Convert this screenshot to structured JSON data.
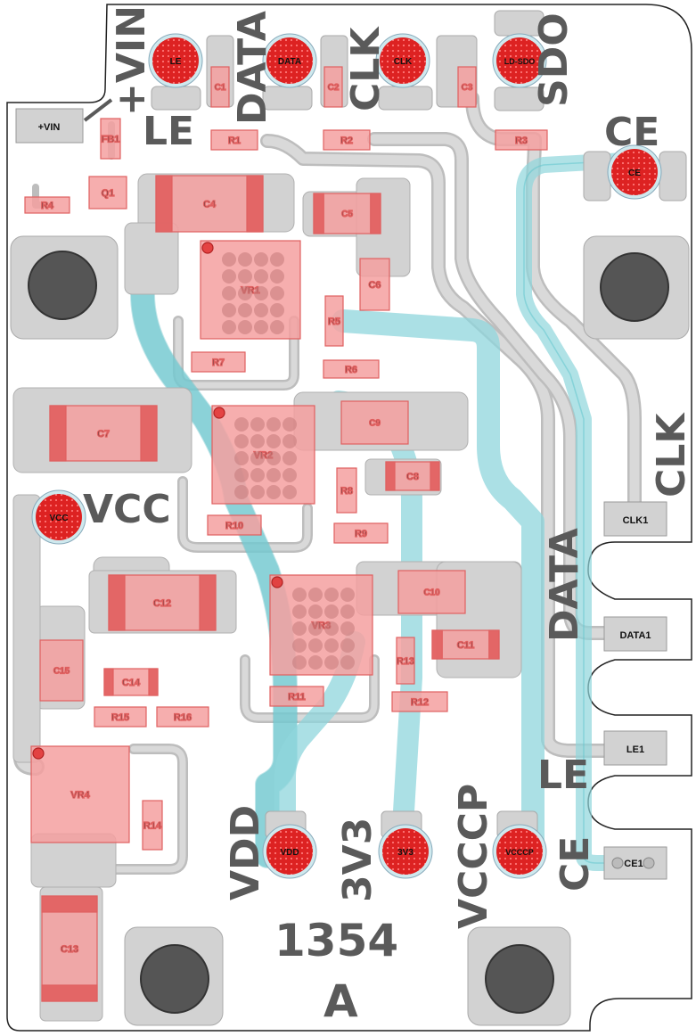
{
  "board": {
    "part_number": "1354",
    "revision": "A"
  },
  "silkscreen": {
    "vin": "+VIN",
    "le_top": "LE",
    "data_top": "DATA",
    "clk_top": "CLK",
    "sdo": "SDO",
    "ce_top": "CE",
    "vcc": "VCC",
    "clk_side": "CLK",
    "data_side": "DATA",
    "le_side": "LE",
    "vdd": "VDD",
    "v3v3": "3V3",
    "vcccp": "VCCCP",
    "ce_side": "CE"
  },
  "test_points": {
    "le": "LE",
    "data": "DATA",
    "clk": "CLK",
    "ldsdo": "LD-SDO",
    "ce": "CE",
    "vcc": "VCC",
    "vdd": "VDD",
    "v3v3": "3V3",
    "vcccp": "VCCCP"
  },
  "edge_pads": {
    "vin": "+VIN",
    "clk1": "CLK1",
    "data1": "DATA1",
    "le1": "LE1",
    "ce1": "CE1"
  },
  "components": {
    "C1": "C1",
    "C2": "C2",
    "C3": "C3",
    "C4": "C4",
    "C5": "C5",
    "C6": "C6",
    "C7": "C7",
    "C8": "C8",
    "C9": "C9",
    "C10": "C10",
    "C11": "C11",
    "C12": "C12",
    "C13": "C13",
    "C14": "C14",
    "C15": "C15",
    "R1": "R1",
    "R2": "R2",
    "R3": "R3",
    "R4": "R4",
    "R5": "R5",
    "R6": "R6",
    "R7": "R7",
    "R8": "R8",
    "R9": "R9",
    "R10": "R10",
    "R11": "R11",
    "R12": "R12",
    "R13": "R13",
    "R14": "R14",
    "R15": "R15",
    "R16": "R16",
    "FB1": "FB1",
    "Q1": "Q1",
    "VR1": "VR1",
    "VR2": "VR2",
    "VR3": "VR3",
    "VR4": "VR4"
  },
  "colors": {
    "board_outline": "#222222",
    "copper_pad": "#d2d2d2",
    "trace_gray": "#c8c8c8",
    "trace_cyan": "#8fd6dc",
    "component_fill": "#f4a0a0",
    "component_edge": "#e06060",
    "test_point_red": "#dd2222",
    "silkscreen": "#5a5a5a"
  }
}
